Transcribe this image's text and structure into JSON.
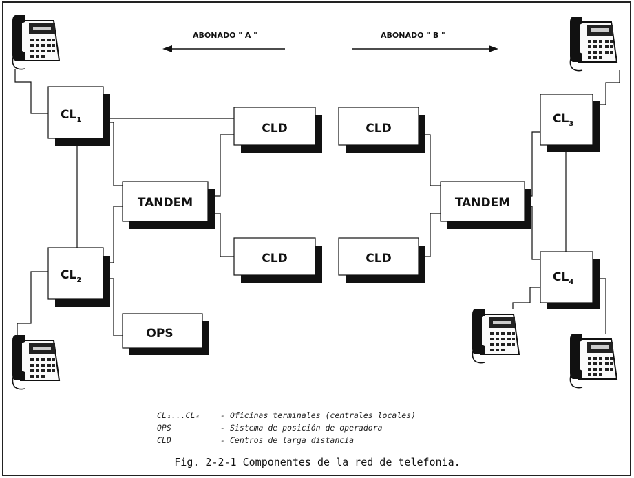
{
  "directions": {
    "left": "ABONADO \" A \"",
    "right": "ABONADO \" B \""
  },
  "nodes": {
    "cl1": {
      "main": "CL",
      "sub": "1"
    },
    "cl2": {
      "main": "CL",
      "sub": "2"
    },
    "cl3": {
      "main": "CL",
      "sub": "3"
    },
    "cl4": {
      "main": "CL",
      "sub": "4"
    },
    "cld_left_top": "CLD",
    "cld_left_bottom": "CLD",
    "cld_right_top": "CLD",
    "cld_right_bottom": "CLD",
    "tandem_left": "TANDEM",
    "tandem_right": "TANDEM",
    "ops": "OPS"
  },
  "legend": [
    {
      "term": "CL₁...CL₄",
      "separator": "-",
      "definition": "Oficinas terminales (centrales locales)"
    },
    {
      "term": "OPS",
      "separator": "-",
      "definition": "Sistema de posición de operadora"
    },
    {
      "term": "CLD",
      "separator": "-",
      "definition": "Centros de larga distancia"
    }
  ],
  "caption": "Fig. 2-2-1 Componentes de la red de telefonia."
}
